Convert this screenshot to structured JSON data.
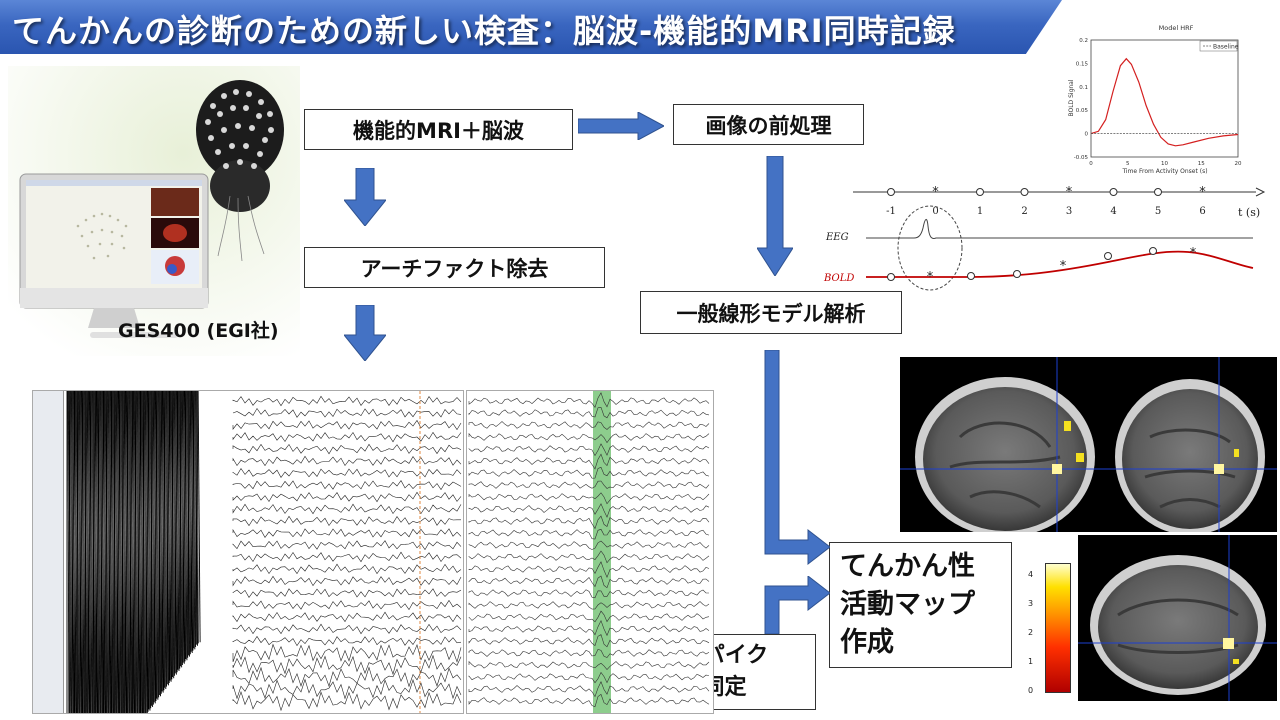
{
  "title": "てんかんの診断のための新しい検査：脳波-機能的MRI同時記録",
  "device_label": "GES400 (EGI社)",
  "steps": {
    "fmri_eeg": "機能的MRI＋脳波",
    "artifact": "アーチファクト除去",
    "preprocess": "画像の前処理",
    "glm": "一般線形モデル解析",
    "spike": [
      "スパイク",
      "同定"
    ],
    "map": [
      "てんかん性",
      "活動マップ",
      "作成"
    ]
  },
  "hrf_chart": {
    "title": "Model HRF",
    "legend": "Baseline",
    "ylabel": "BOLD Signal",
    "xlabel": "Time From Activity Onset (s)",
    "yticks": [
      "0.2",
      "0.15",
      "0.1",
      "0.05",
      "0",
      "-0.05"
    ],
    "xticks": [
      "0",
      "5",
      "10",
      "15",
      "20"
    ]
  },
  "timeline": {
    "axis_label": "t (s)",
    "ticks": [
      "-1",
      "0",
      "1",
      "2",
      "3",
      "4",
      "5",
      "6"
    ],
    "eeg_label": "EEG",
    "bold_label": "BOLD",
    "star_symbol": "*"
  },
  "colorbar": {
    "ticks": [
      "4",
      "3",
      "2",
      "1",
      "0"
    ]
  },
  "colors": {
    "accent_blue": "#4472c4",
    "title_bar": "#3a66c0",
    "bold_red": "#c00000"
  },
  "chart_data": {
    "type": "line",
    "title": "Model HRF",
    "xlabel": "Time From Activity Onset (s)",
    "ylabel": "BOLD Signal",
    "xlim": [
      0,
      20
    ],
    "ylim": [
      -0.05,
      0.2
    ],
    "series": [
      {
        "name": "",
        "x": [
          0,
          1,
          2,
          3,
          4,
          4.8,
          5.5,
          6.5,
          7.5,
          8.5,
          9.5,
          10.5,
          11.5,
          12.5,
          14,
          16,
          18,
          20
        ],
        "y": [
          0,
          0.005,
          0.03,
          0.09,
          0.145,
          0.16,
          0.148,
          0.11,
          0.06,
          0.02,
          -0.008,
          -0.022,
          -0.026,
          -0.024,
          -0.018,
          -0.01,
          -0.005,
          -0.002
        ]
      },
      {
        "name": "Baseline",
        "x": [
          0,
          20
        ],
        "y": [
          0,
          0
        ]
      }
    ]
  }
}
